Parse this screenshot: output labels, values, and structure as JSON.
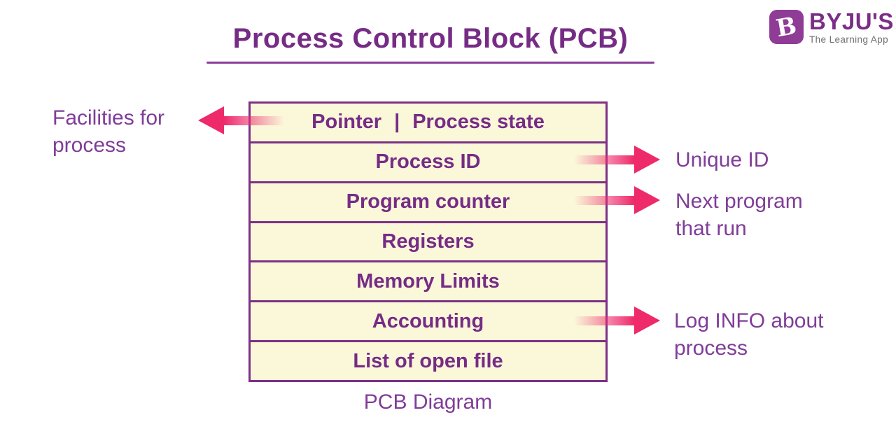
{
  "title": {
    "text": "Process Control Block (PCB)"
  },
  "logo": {
    "badge_letter": "B",
    "brand": "BYJU'S",
    "tagline": "The Learning App"
  },
  "diagram": {
    "header_row": {
      "left": "Pointer",
      "separator": "|",
      "right": "Process state"
    },
    "rows": [
      "Process ID",
      "Program counter",
      "Registers",
      "Memory Limits",
      "Accounting",
      "List of open file"
    ],
    "caption": "PCB Diagram"
  },
  "annotations": {
    "left": {
      "line1": "Facilities for",
      "line2": "process"
    },
    "right1": {
      "line1": "Unique ID"
    },
    "right2": {
      "line1": "Next program",
      "line2": "that run"
    },
    "right3": {
      "line1": "Log INFO about",
      "line2": "process"
    }
  },
  "colors": {
    "title_purple": "#762C85",
    "border_purple": "#7C3086",
    "annotation_purple": "#7F3D98",
    "arrow_pink": "#EE2A6B",
    "block_fill": "#FBF8DA",
    "logo_purple": "#8E3C96",
    "tagline_gray": "#6F6F6F"
  }
}
